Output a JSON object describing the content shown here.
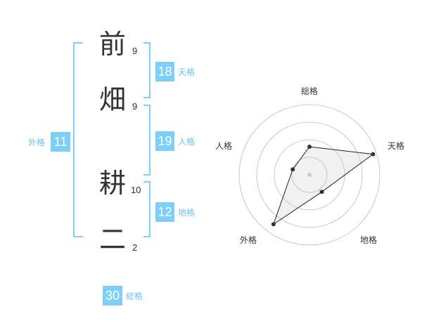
{
  "name": {
    "chars": [
      {
        "char": "前",
        "strokes": "9"
      },
      {
        "char": "畑",
        "strokes": "9"
      },
      {
        "char": "耕",
        "strokes": "10"
      },
      {
        "char": "二",
        "strokes": "2"
      }
    ]
  },
  "fortunes": {
    "tenkaku": {
      "value": "18",
      "label": "天格"
    },
    "jinkaku": {
      "value": "19",
      "label": "人格"
    },
    "chikaku": {
      "value": "12",
      "label": "地格"
    },
    "gaikaku": {
      "value": "11",
      "label": "外格"
    },
    "soukaku": {
      "value": "30",
      "label": "総格"
    }
  },
  "colors": {
    "accent": "#7dcff7",
    "text": "#333333",
    "grid": "#bbbbbb"
  },
  "radar": {
    "axes": [
      "総格",
      "天格",
      "地格",
      "外格",
      "人格"
    ],
    "levels": 4,
    "values": [
      0.4,
      0.95,
      0.3,
      0.87,
      0.25
    ]
  }
}
